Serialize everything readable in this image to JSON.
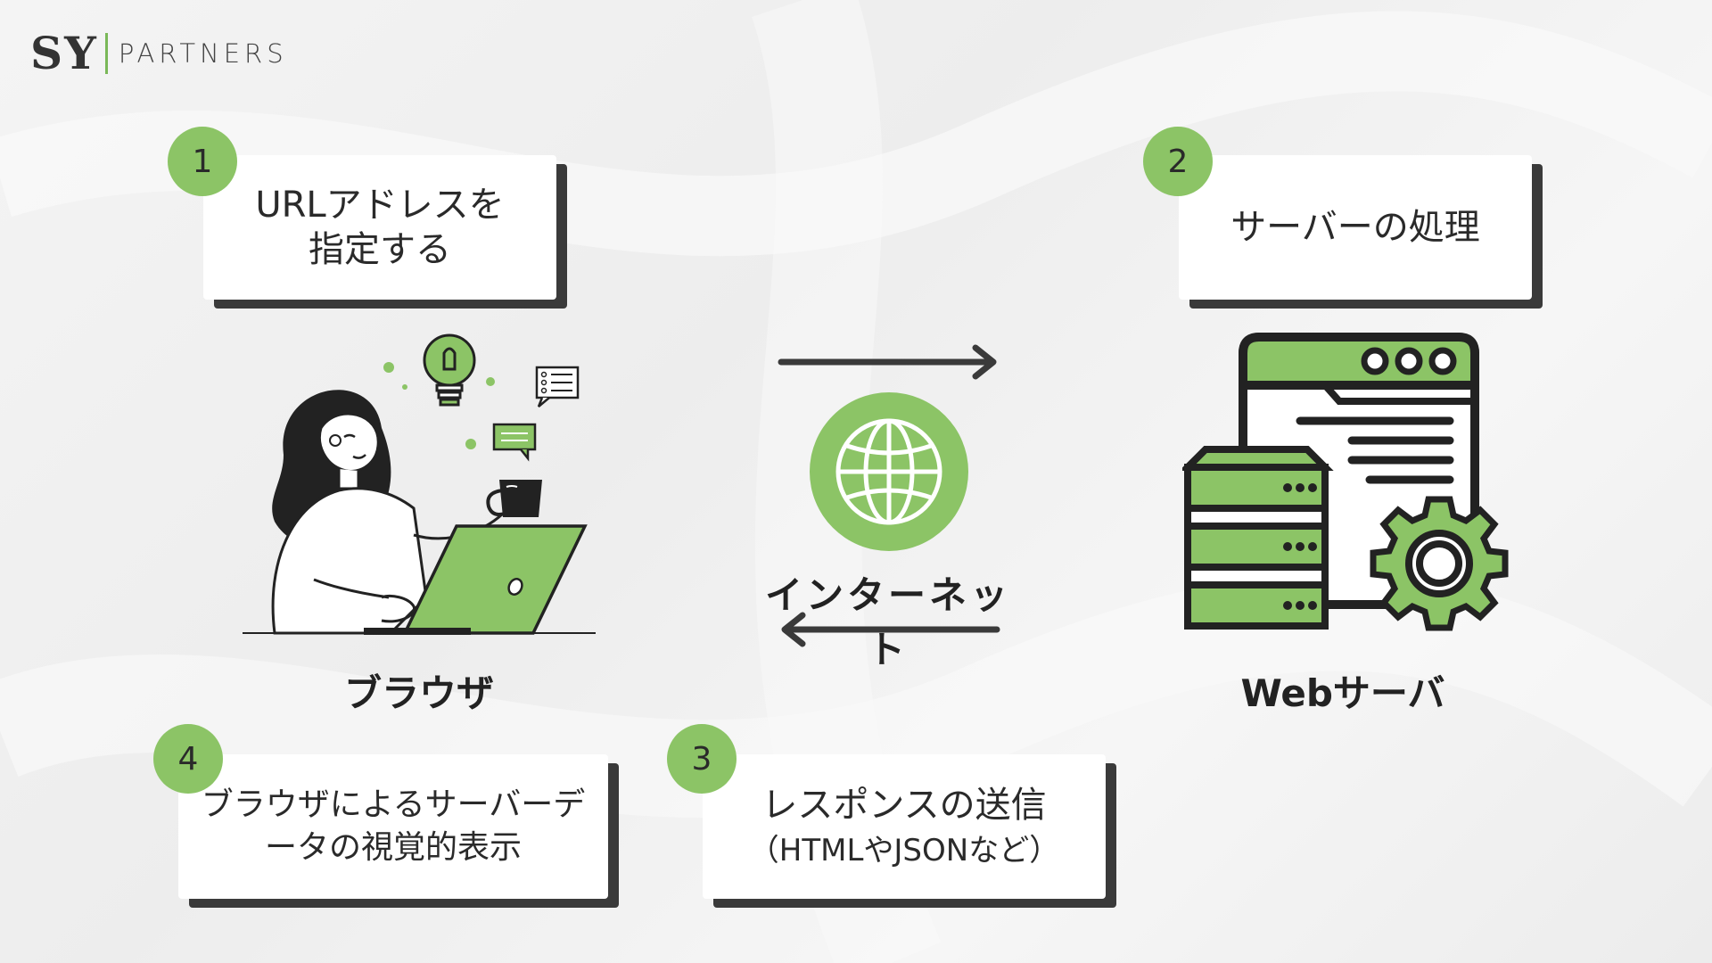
{
  "logo": {
    "mark": "SY",
    "text": "PARTNERS"
  },
  "steps": [
    {
      "number": "1",
      "text_line1": "URLアドレスを",
      "text_line2": "指定する"
    },
    {
      "number": "2",
      "text_line1": "サーバーの処理"
    },
    {
      "number": "3",
      "text_line1": "レスポンスの送信",
      "text_sub": "（HTMLやJSONなど）"
    },
    {
      "number": "4",
      "text_line1": "ブラウザによるサーバーデ",
      "text_line2": "ータの視覚的表示"
    }
  ],
  "labels": {
    "browser": "ブラウザ",
    "internet": "インターネット",
    "server": "Webサーバ"
  },
  "colors": {
    "accent": "#8cc466",
    "dark": "#2b2b2b",
    "card_shadow": "#3a3a3a"
  },
  "icons": [
    "woman-laptop-illustration",
    "lightbulb-icon",
    "checklist-bubble-icon",
    "chat-bubble-icon",
    "globe-icon",
    "arrow-right-icon",
    "arrow-left-icon",
    "server-icon",
    "gear-icon",
    "browser-window-icon"
  ]
}
